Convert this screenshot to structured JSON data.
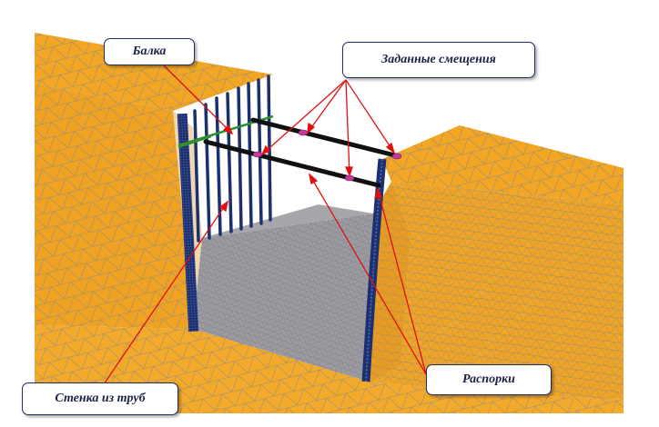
{
  "labels": {
    "beam": "Балка",
    "prescribed_displacements": "Заданные смещения",
    "struts": "Распорки",
    "pipe_wall": "Стенка из труб"
  },
  "colors": {
    "soil": "#f2a623",
    "soil_shade": "#d88d1a",
    "mesh": "#8c8c8c",
    "excavation": "#9a9a9e",
    "wall": "#1c2f6e",
    "strut": "#111111",
    "leader": "#e01010",
    "marker": "#c23aa0",
    "beam": "#2f8f2f",
    "box_border": "#1f2f5c"
  }
}
